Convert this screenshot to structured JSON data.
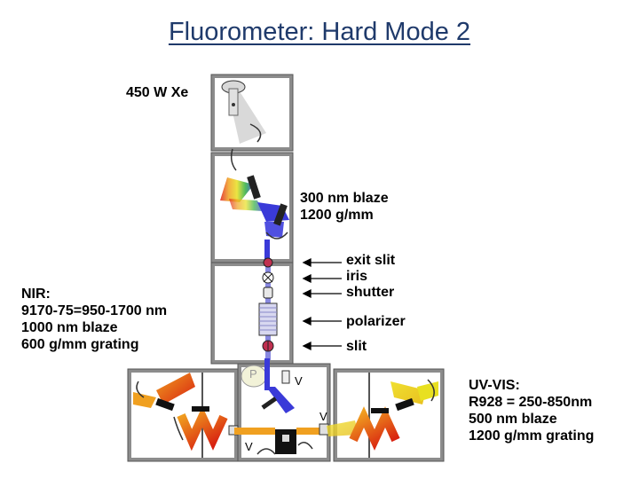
{
  "title": "Fluorometer: Hard Mode 2",
  "lamp_label": "450 W Xe",
  "excitation_mono": {
    "line1": "300 nm blaze",
    "line2": "1200 g/mm"
  },
  "component_labels": {
    "exit_slit": "exit slit",
    "iris": "iris",
    "shutter": "shutter",
    "polarizer": "polarizer",
    "slit": "slit"
  },
  "nir_detector": {
    "line1": "NIR:",
    "line2": "9170-75=950-1700 nm",
    "line3": "1000 nm blaze",
    "line4": "600 g/mm grating"
  },
  "uvvis_detector": {
    "line1": "UV-VIS:",
    "line2": "R928 = 250-850nm",
    "line3": "500 nm blaze",
    "line4": "1200 g/mm grating"
  },
  "polarizer_marks": {
    "p_left": "P",
    "v_top": "V",
    "v_right": "V",
    "v_bottom": "V"
  },
  "colors": {
    "title": "#1f3a6b",
    "box_fill": "#8c8c8c",
    "inner_fill": "#ffffff",
    "beam_blue": "#3a3ad8"
  }
}
